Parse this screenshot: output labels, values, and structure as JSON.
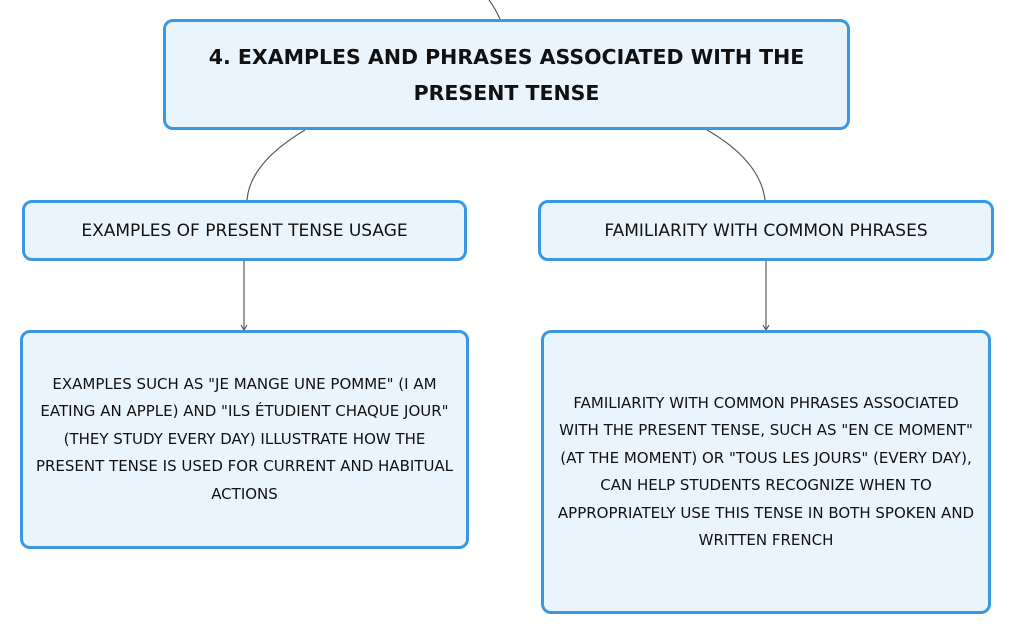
{
  "mindmap": {
    "root": {
      "text": "4. EXAMPLES AND PHRASES ASSOCIATED WITH THE PRESENT TENSE"
    },
    "branches": [
      {
        "title": "EXAMPLES OF PRESENT TENSE USAGE",
        "detail": "EXAMPLES SUCH AS \"JE MANGE UNE POMME\" (I AM EATING AN APPLE) AND \"ILS ÉTUDIENT CHAQUE JOUR\" (THEY STUDY EVERY DAY) ILLUSTRATE HOW THE PRESENT TENSE IS USED FOR CURRENT AND HABITUAL ACTIONS"
      },
      {
        "title": "FAMILIARITY WITH COMMON PHRASES",
        "detail": "FAMILIARITY WITH COMMON PHRASES ASSOCIATED WITH THE PRESENT TENSE, SUCH AS \"EN CE MOMENT\" (AT THE MOMENT) OR \"TOUS LES JOURS\" (EVERY DAY), CAN HELP STUDENTS RECOGNIZE WHEN TO APPROPRIATELY USE THIS TENSE IN BOTH SPOKEN AND WRITTEN FRENCH"
      }
    ],
    "colors": {
      "node_border": "#3a97e2",
      "node_fill": "#eaf4fd",
      "connector": "#5a5a5a"
    }
  }
}
